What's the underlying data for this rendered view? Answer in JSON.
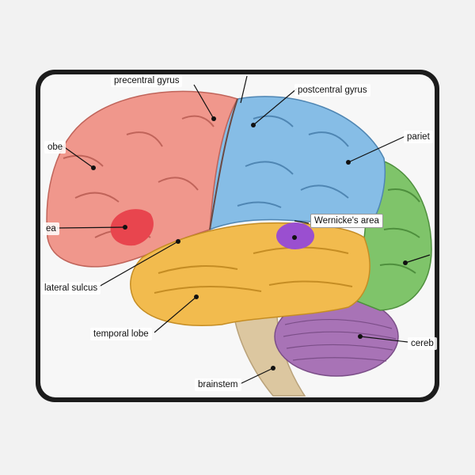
{
  "labels": {
    "precentral": "precentral gyrus",
    "postcentral": "postcentral gyrus",
    "parietal": "pariet",
    "frontal": "obe",
    "broca": "ea",
    "wernicke": "Wernicke's area",
    "lateral_sulcus": "lateral sulcus",
    "temporal": "temporal lobe",
    "cerebellum": "cereb",
    "brainstem": "brainstem"
  },
  "colors": {
    "background": "#f2f2f2",
    "mat_border": "#1c1c1c",
    "mat_surface": "#f7f7f7",
    "frontal": "#f0978c",
    "parietal": "#86bde6",
    "occipital": "#7fc46a",
    "temporal": "#f2bb4e",
    "cerebellum": "#a873b6",
    "brainstem": "#dcc7a0",
    "broca": "#e8454e",
    "wernicke": "#9a4fd0"
  }
}
